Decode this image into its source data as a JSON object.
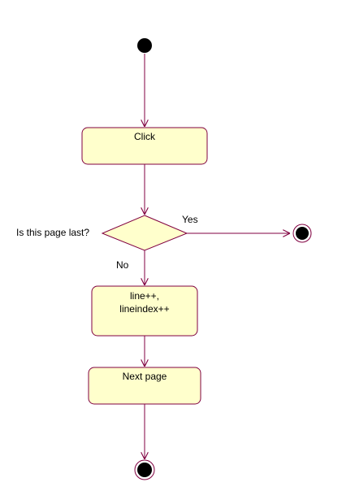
{
  "diagram": {
    "type": "uml-activity-diagram",
    "colors": {
      "background": "#ffffff",
      "node_fill": "#ffffcc",
      "node_border": "#800040",
      "edge": "#800040",
      "terminal": "#000000",
      "text": "#000000"
    },
    "nodes": {
      "start": {
        "kind": "initial"
      },
      "click": {
        "kind": "action",
        "label": "Click"
      },
      "decision": {
        "kind": "decision",
        "question": "Is this page last?"
      },
      "increment": {
        "kind": "action",
        "label_line1": "line++,",
        "label_line2": "lineindex++"
      },
      "next_page": {
        "kind": "action",
        "label": "Next page"
      },
      "end_yes": {
        "kind": "final"
      },
      "end_bottom": {
        "kind": "final"
      }
    },
    "edges": {
      "yes_label": "Yes",
      "no_label": "No"
    }
  }
}
